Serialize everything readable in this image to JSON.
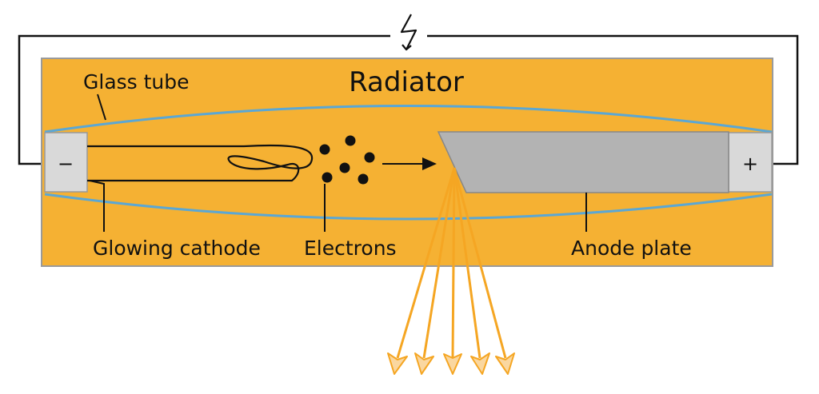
{
  "title": "Radiator",
  "labels": {
    "glass_tube": "Glass tube",
    "glowing_cathode": "Glowing cathode",
    "electrons": "Electrons",
    "anode_plate": "Anode plate"
  },
  "terminals": {
    "negative": "−",
    "positive": "+"
  },
  "icons": {
    "power_source": "lightning-bolt-icon"
  },
  "colors": {
    "radiator_fill": "#F5B133",
    "glass_tube": "#5BA7D4",
    "terminal_fill": "#D9D9D9",
    "anode_fill": "#B3B3B3",
    "xray": "#F5A623"
  }
}
